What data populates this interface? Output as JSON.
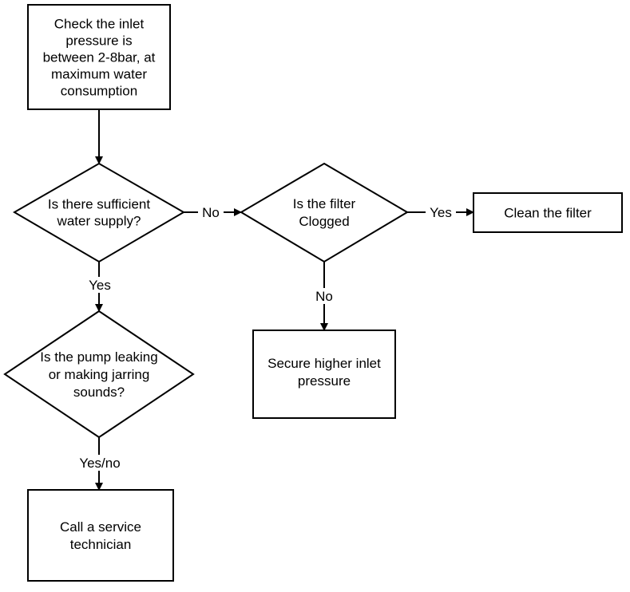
{
  "nodes": {
    "check_pressure": [
      "Check the inlet",
      "pressure is",
      "between 2-8bar, at",
      "maximum water",
      "consumption"
    ],
    "water_supply": [
      "Is there sufficient",
      "water supply?"
    ],
    "filter_clogged": [
      "Is the filter",
      "Clogged"
    ],
    "clean_filter": [
      "Clean the filter"
    ],
    "pump_leaking": [
      "Is the pump leaking",
      "or making jarring",
      "sounds?"
    ],
    "higher_pressure": [
      "Secure higher inlet",
      "pressure"
    ],
    "call_technician": [
      "Call a service",
      "technician"
    ]
  },
  "edges": {
    "supply_no": "No",
    "filter_yes": "Yes",
    "supply_yes": "Yes",
    "filter_no": "No",
    "pump_yesno": "Yes/no"
  }
}
